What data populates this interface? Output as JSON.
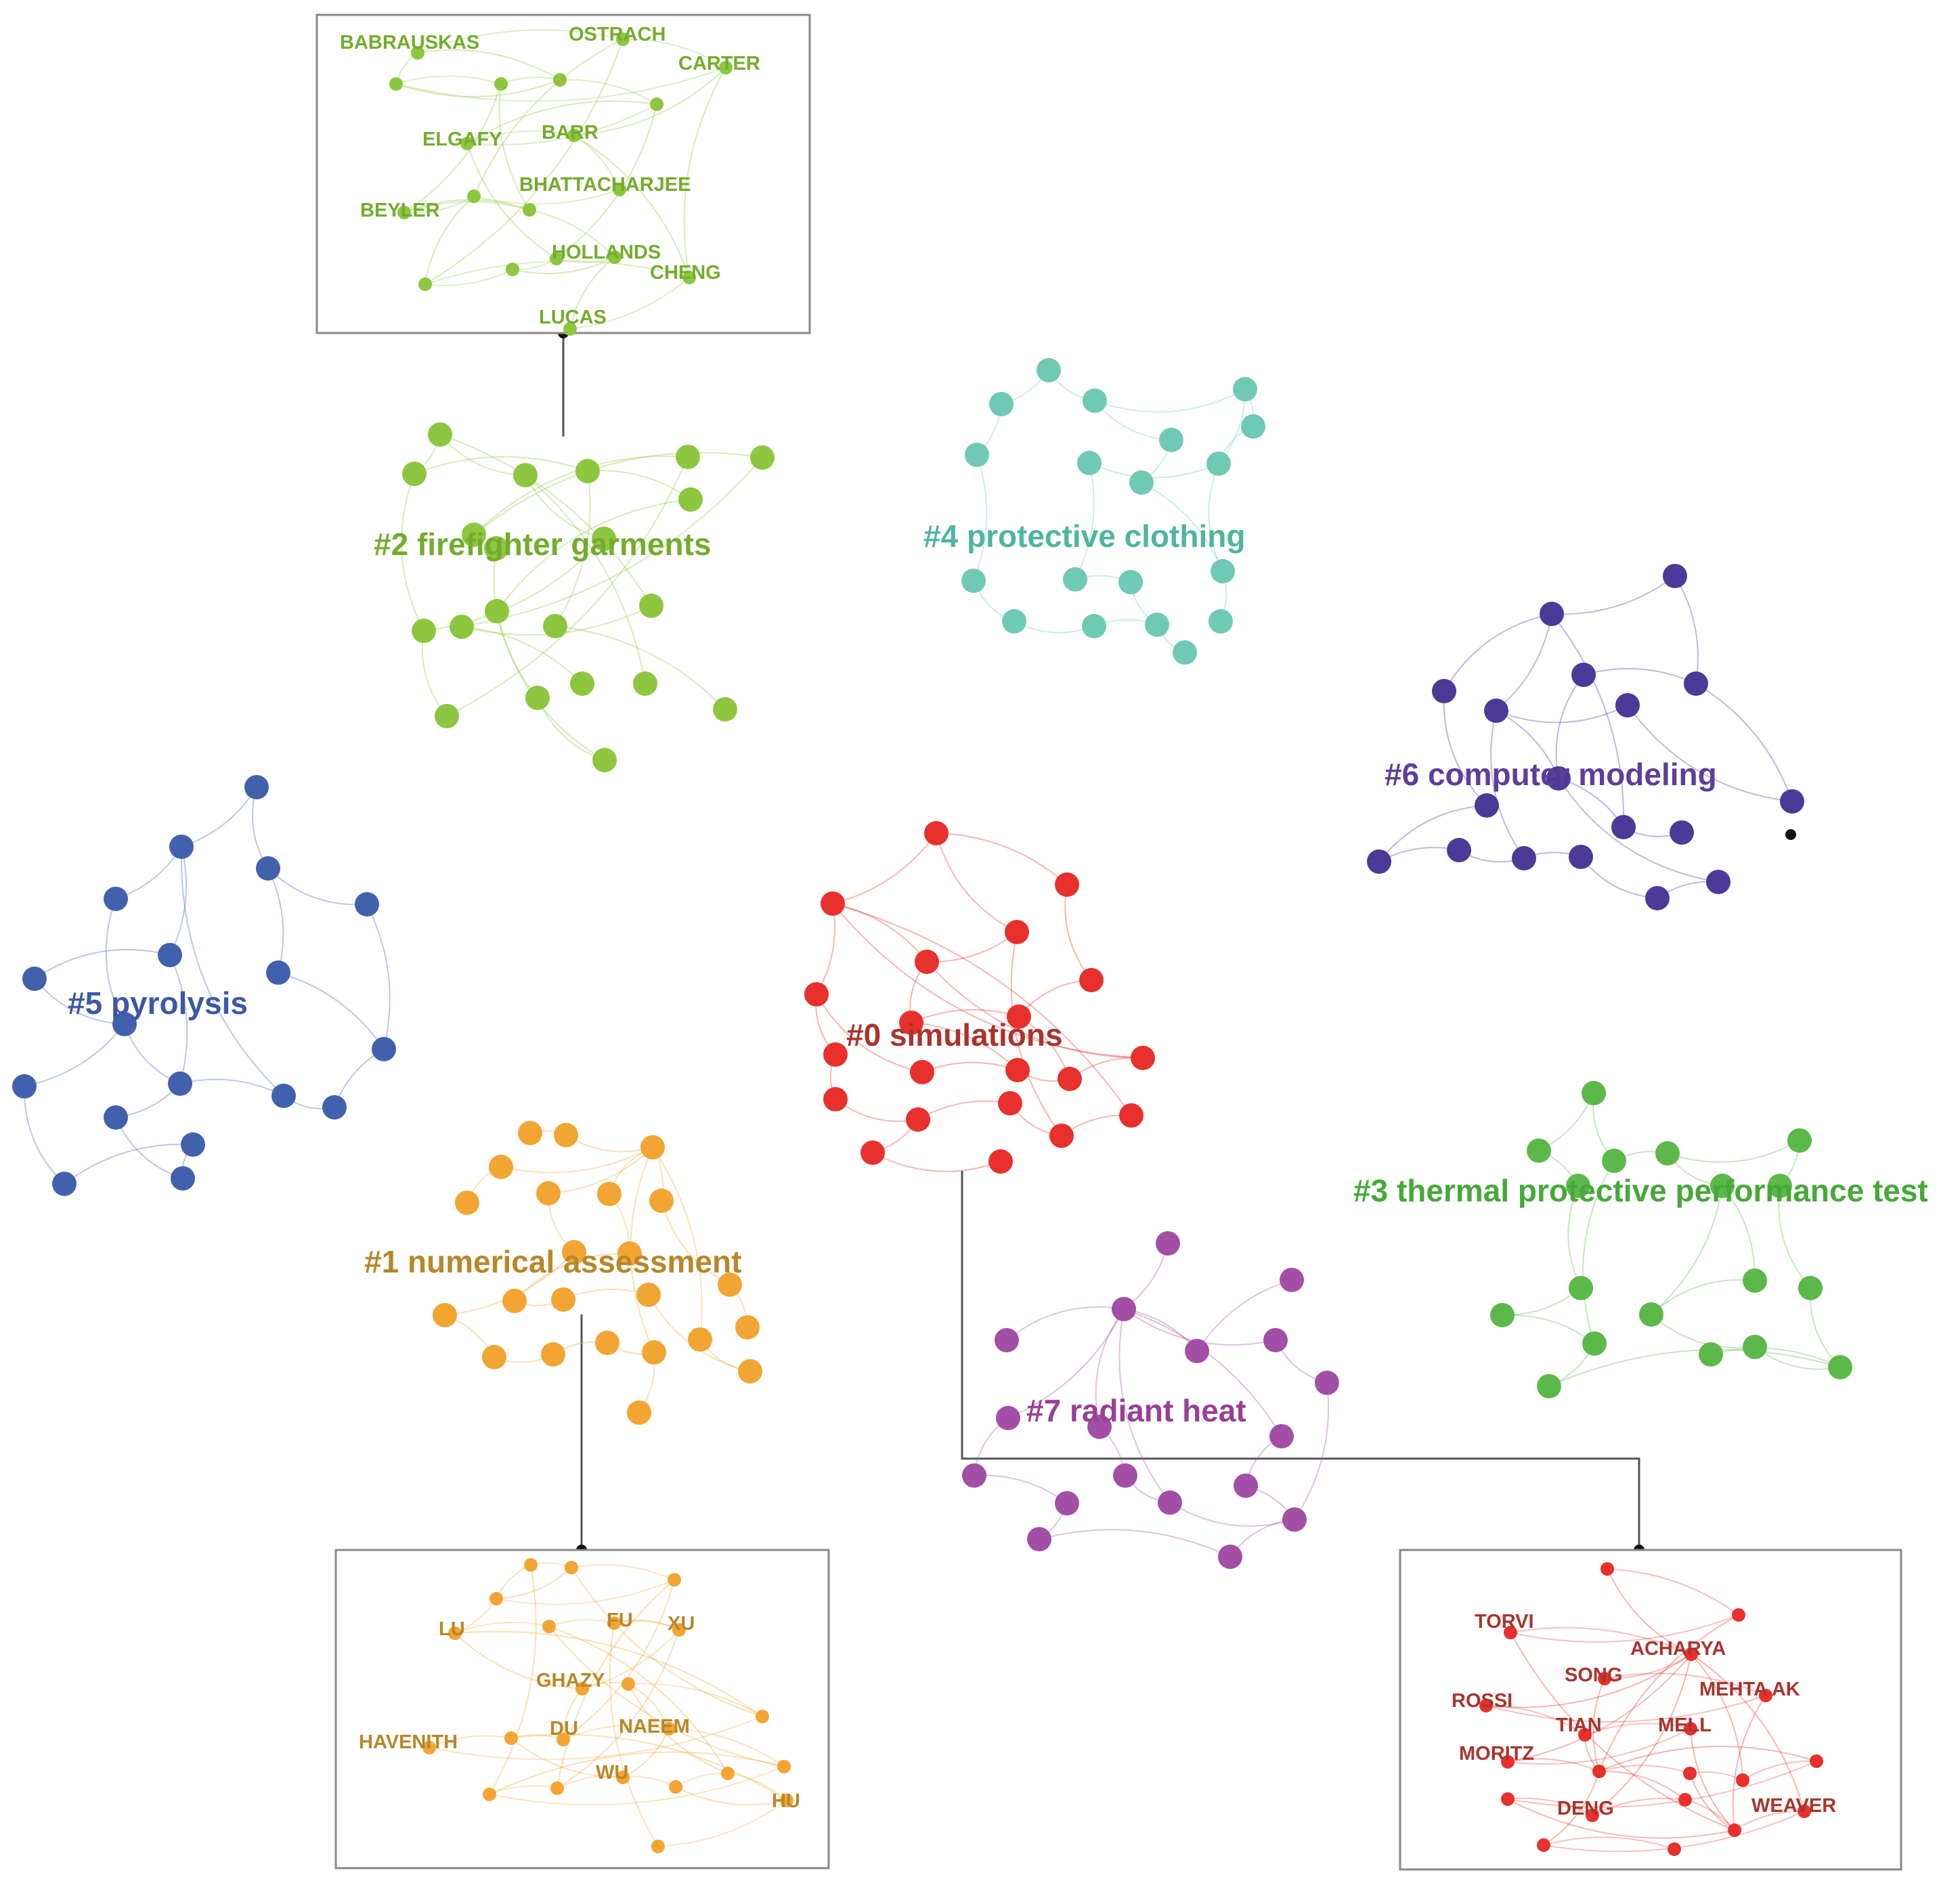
{
  "clusters": [
    {
      "id": "0",
      "label": "#0 simulations",
      "color": "#e8302c",
      "text_color": "#a8352e"
    },
    {
      "id": "1",
      "label": "#1 numerical assessment",
      "color": "#f2a533",
      "text_color": "#b8872a"
    },
    {
      "id": "2",
      "label": "#2 firefighter garments",
      "color": "#8dc63f",
      "text_color": "#74ac2e"
    },
    {
      "id": "3",
      "label": "#3 thermal protective performance test",
      "color": "#5db84a",
      "text_color": "#47a83a"
    },
    {
      "id": "4",
      "label": "#4 protective clothing",
      "color": "#6fc9b5",
      "text_color": "#4fb59f"
    },
    {
      "id": "5",
      "label": "#5 pyrolysis",
      "color": "#4261ad",
      "text_color": "#3d57a6"
    },
    {
      "id": "6",
      "label": "#6 computer modeling",
      "color": "#4b3a97",
      "text_color": "#5b3f9a"
    },
    {
      "id": "7",
      "label": "#7 radiant heat",
      "color": "#a24fa5",
      "text_color": "#9a3e96"
    }
  ],
  "insets": [
    {
      "cluster": "2",
      "authors": [
        "BABRAUSKAS",
        "OSTRACH",
        "CARTER",
        "ELGAFY",
        "BARR",
        "BHATTACHARJEE",
        "BEYLER",
        "HOLLANDS",
        "CHENG",
        "LUCAS"
      ]
    },
    {
      "cluster": "1",
      "authors": [
        "LU",
        "FU",
        "XU",
        "GHAZY",
        "HAVENITH",
        "DU",
        "NAEEM",
        "WU",
        "HU"
      ]
    },
    {
      "cluster": "0",
      "authors": [
        "TORVI",
        "ACHARYA",
        "SONG",
        "ROSSI",
        "MEHTA AK",
        "TIAN",
        "MELL",
        "MORITZ",
        "DENG",
        "WEAVER"
      ]
    }
  ]
}
